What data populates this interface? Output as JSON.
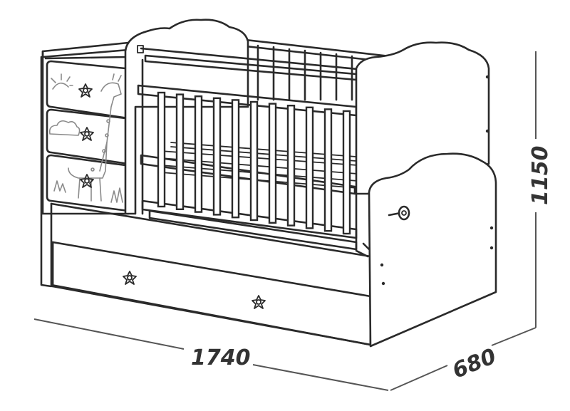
{
  "dimensions": {
    "length": "1740",
    "depth": "680",
    "height": "1150"
  },
  "colors": {
    "line": "#2a2a2a",
    "dimension": "#555555",
    "decor": "#8a8a8a",
    "background": "#ffffff"
  },
  "icons": [
    "flower-icon",
    "giraffe-icon",
    "sun-icon",
    "cloud-icon",
    "grass-icon",
    "knob-icon"
  ]
}
